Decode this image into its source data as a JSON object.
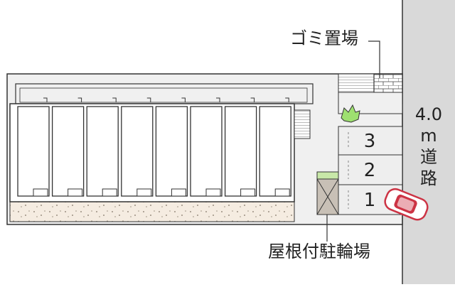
{
  "labels": {
    "garbage": "ゴミ置場",
    "bicycle": "屋根付駐輪場",
    "road_width": "4.0",
    "road_unit": "m",
    "road_word_1": "道",
    "road_word_2": "路"
  },
  "parking_spots": [
    "3",
    "2",
    "1"
  ],
  "colors": {
    "road": "#d9d9d9",
    "outline": "#333333",
    "gravel": "#f5ece1",
    "shrub": "#9ee070",
    "bike_roof": "#c8c0b6",
    "car": "#cc3344"
  },
  "icons": [
    "shrub-icon",
    "car-icon",
    "brick-wall-icon"
  ]
}
